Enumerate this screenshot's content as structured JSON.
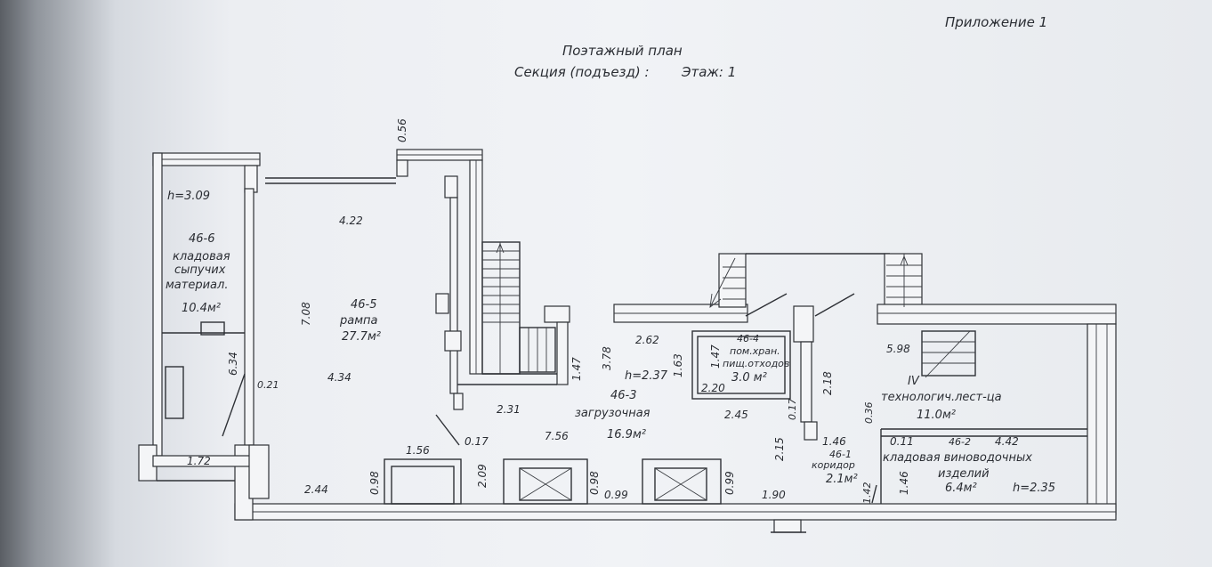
{
  "header": {
    "appendix": "Приложение 1",
    "title": "Поэтажный план",
    "section_label": "Секция (подъезд) :",
    "floor_label": "Этаж: 1"
  },
  "rooms": {
    "r46_6": {
      "height": "h=3.09",
      "id": "46-6",
      "line1": "кладовая",
      "line2": "сыпучих",
      "line3": "материал.",
      "area": "10.4м²"
    },
    "r46_5": {
      "id": "46-5",
      "name": "рампа",
      "area": "27.7м²"
    },
    "r46_4": {
      "id": "46-4",
      "line1": "пом.хран.",
      "line2": "пищ.отходов",
      "area": "3.0 м²"
    },
    "r46_3": {
      "height": "h=2.37",
      "id": "46-3",
      "name": "загрузочная",
      "area": "16.9м²"
    },
    "r_iv": {
      "roman": "IV",
      "name": "технологич.лест-ца",
      "area": "11.0м²"
    },
    "r46_2": {
      "id": "46-2",
      "line1": "кладовая виноводочных",
      "line2": "изделий",
      "area": "6.4м²",
      "height": "h=2.35"
    },
    "r46_1": {
      "id": "46-1",
      "name": "коридор",
      "area": "2.1м²"
    }
  },
  "dimensions": {
    "d056": "0.56",
    "d422": "4.22",
    "d708": "7.08",
    "d634": "6.34",
    "d021": "0.21",
    "d434": "4.34",
    "d172": "1.72",
    "d244": "2.44",
    "d098a": "0.98",
    "d156": "1.56",
    "d017": "0.17",
    "d209": "2.09",
    "d098b": "0.98",
    "d099a": "0.99",
    "d099b": "0.99",
    "d231": "2.31",
    "d756": "7.56",
    "d147a": "1.47",
    "d378": "3.78",
    "d163": "1.63",
    "d262": "2.62",
    "d147b": "1.47",
    "d220": "2.20",
    "d245": "2.45",
    "d218": "2.18",
    "d017b": "0.17",
    "d215": "2.15",
    "d146a": "1.46",
    "d190": "1.90",
    "d598": "5.98",
    "d036": "0.36",
    "d011": "0.11",
    "d442": "4.42",
    "d146b": "1.46",
    "d142": "1.42"
  }
}
